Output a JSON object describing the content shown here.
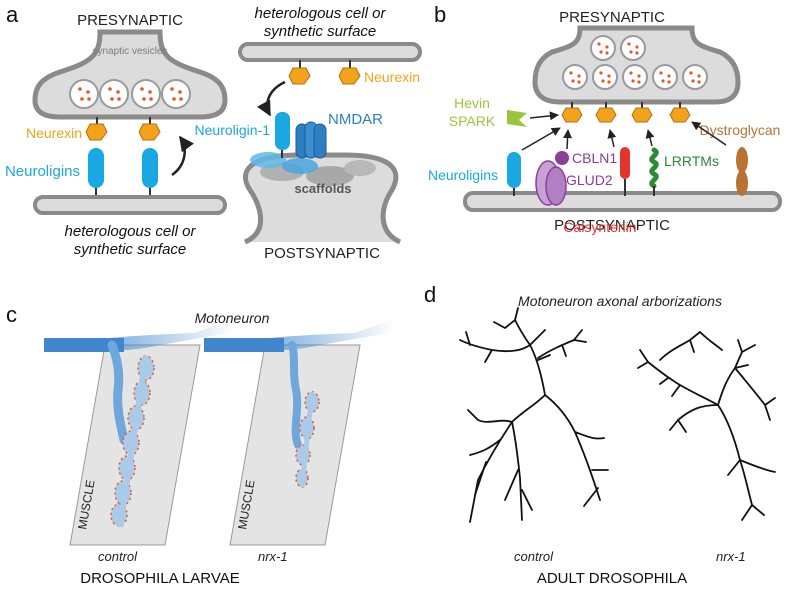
{
  "colors": {
    "membrane": "#dcdcdc",
    "membrane_stroke": "#8a8a8a",
    "neurexin": "#f2a31b",
    "neuroligin": "#1aa8e0",
    "nmdar": "#2e7fc0",
    "hevin": "#9bc53d",
    "cbln1": "#8e3d9a",
    "glud2": "#b17fc4",
    "calsyntenin": "#e3352b",
    "lrrtm": "#2f8a3a",
    "dystroglycan": "#b87333",
    "bouton_dot": "#e8572a",
    "axon": "#4d8ed0",
    "muscle": "#e4e4e4"
  },
  "panel_a": {
    "letter": "a",
    "left": {
      "top_label": "PRESYNAPTIC",
      "vesicles_label": "synaptic vesicles",
      "neurexin_label": "Neurexin",
      "neuroligins_label": "Neuroligins",
      "bottom_caption_line1": "heterologous cell or",
      "bottom_caption_line2": "synthetic surface"
    },
    "right": {
      "top_caption_line1": "heterologous cell or",
      "top_caption_line2": "synthetic surface",
      "neurexin_label": "Neurexin",
      "neuroligin_label": "Neuroligin-1",
      "nmdar_label": "NMDAR",
      "scaffolds_label": "scaffolds",
      "bottom_label": "POSTSYNAPTIC"
    }
  },
  "panel_b": {
    "letter": "b",
    "top_label": "PRESYNAPTIC",
    "bottom_label": "POSTSYNAPTIC",
    "hevin_label": "Hevin",
    "spark_label": "SPARK",
    "neuroligins_label": "Neuroligins",
    "cbln1_label": "CBLN1",
    "glud2_label": "GLUD2",
    "calsyntenin_label": "Calsyntenin",
    "lrrtms_label": "LRRTMs",
    "dystroglycan_label": "Dystroglycan"
  },
  "panel_c": {
    "letter": "c",
    "title": "Motoneuron",
    "muscle_label_left": "MUSCLE",
    "muscle_label_right": "MUSCLE",
    "control_label": "control",
    "mutant_label": "nrx-1",
    "caption": "DROSOPHILA LARVAE"
  },
  "panel_d": {
    "letter": "d",
    "title": "Motoneuron axonal arborizations",
    "control_label": "control",
    "mutant_label": "nrx-1",
    "caption": "ADULT DROSOPHILA"
  }
}
